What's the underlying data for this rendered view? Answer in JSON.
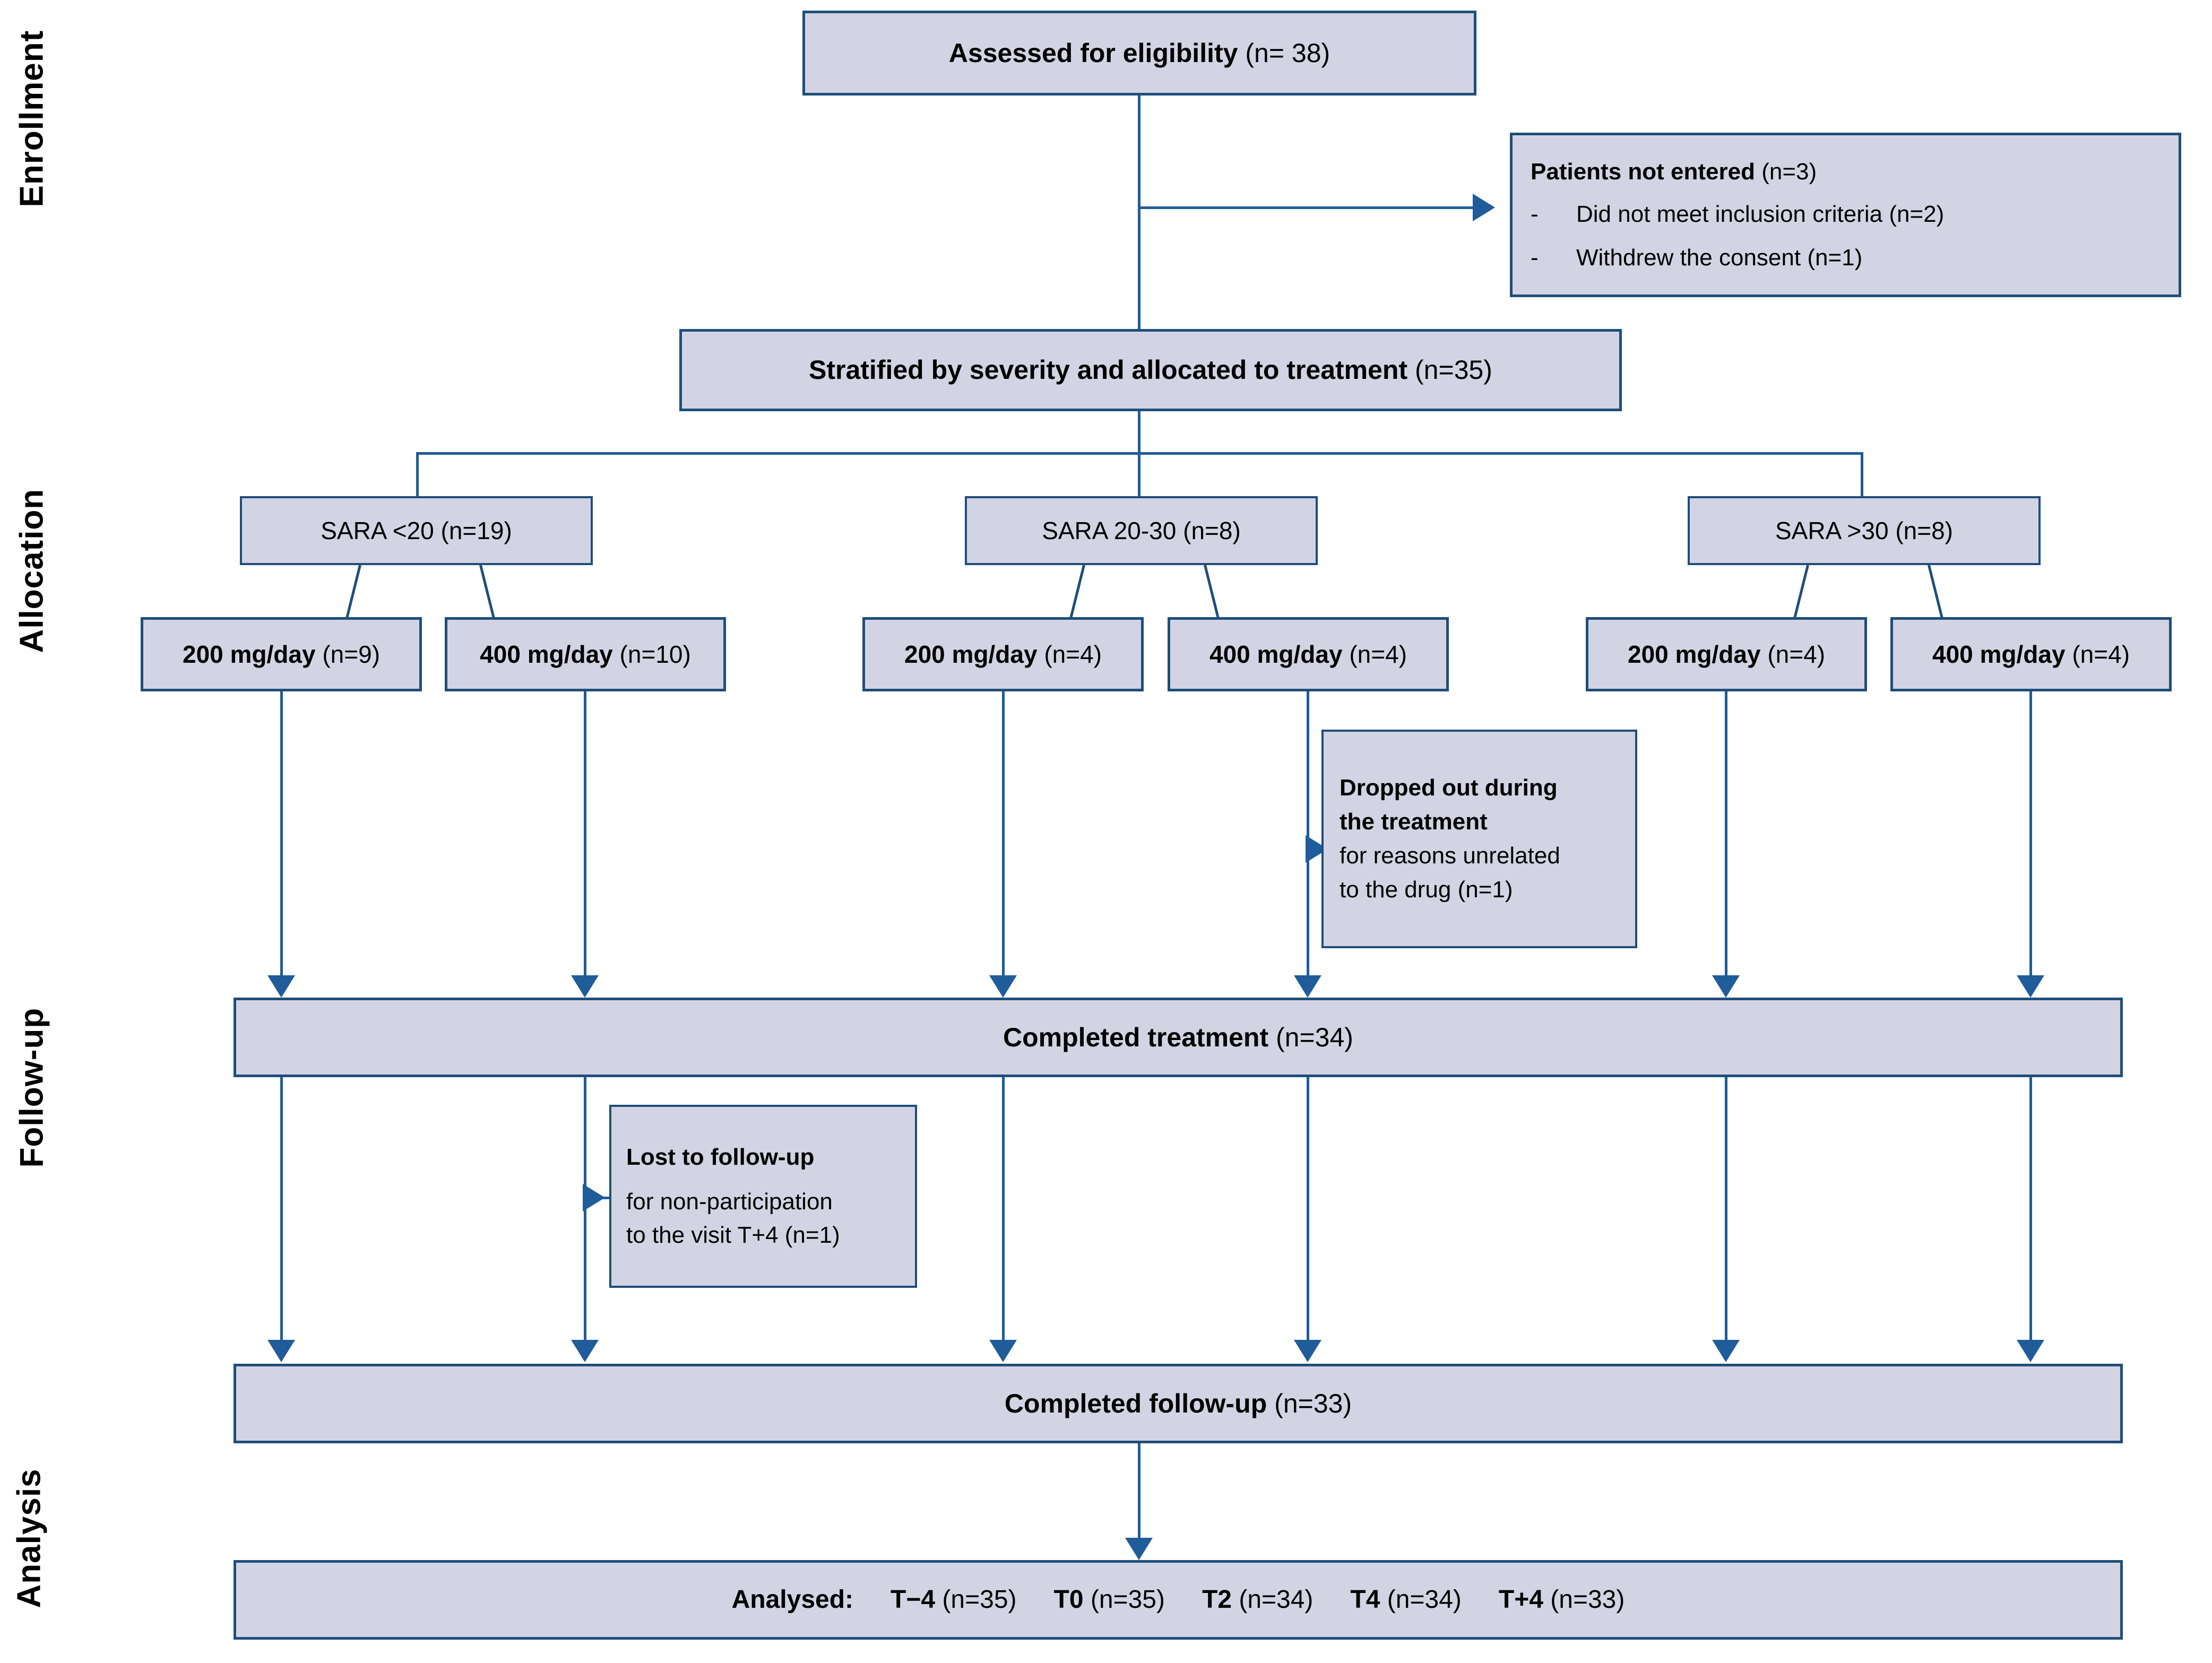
{
  "diagram": {
    "title": "CONSORT participant flow diagram",
    "colors": {
      "box_fill": "#d3d4e3",
      "box_border": "#1f4e79",
      "connector": "#1f5c99",
      "text": "#000000",
      "background": "#ffffff"
    }
  },
  "phases": [
    {
      "id": "enrollment",
      "label": "Enrollment"
    },
    {
      "id": "allocation",
      "label": "Allocation"
    },
    {
      "id": "followup",
      "label": "Follow-up"
    },
    {
      "id": "analysis",
      "label": "Analysis"
    }
  ],
  "enrollment": {
    "assessed": {
      "bold": "Assessed for eligibility",
      "count": "(n= 38)"
    },
    "not_entered": {
      "heading_bold": "Patients not entered",
      "heading_count": "(n=3)",
      "bullets": [
        {
          "marker": "-",
          "text": "Did not meet inclusion criteria (n=2)"
        },
        {
          "marker": "-",
          "text": "Withdrew the consent (n=1)"
        }
      ]
    },
    "stratified": {
      "bold": "Stratified by severity and allocated to treatment",
      "count": "(n=35)"
    }
  },
  "allocation": {
    "strata": [
      {
        "id": "sara-lt-20",
        "label": "SARA <20 (n=19)"
      },
      {
        "id": "sara-20-30",
        "label": "SARA 20-30 (n=8)"
      },
      {
        "id": "sara-gt-30",
        "label": "SARA >30 (n=8)"
      }
    ],
    "arms": [
      {
        "id": "arm-1",
        "dose": "200 mg/day",
        "count": "(n=9)"
      },
      {
        "id": "arm-2",
        "dose": "400 mg/day",
        "count": "(n=10)"
      },
      {
        "id": "arm-3",
        "dose": "200 mg/day",
        "count": "(n=4)"
      },
      {
        "id": "arm-4",
        "dose": "400 mg/day",
        "count": "(n=4)"
      },
      {
        "id": "arm-5",
        "dose": "200 mg/day",
        "count": "(n=4)"
      },
      {
        "id": "arm-6",
        "dose": "400 mg/day",
        "count": "(n=4)"
      }
    ]
  },
  "followup": {
    "dropped_out": {
      "bold_line1": "Dropped out during",
      "bold_line2": "the treatment",
      "reg_line1": "for reasons unrelated",
      "reg_line2": "to the drug (n=1)"
    },
    "completed_treatment": {
      "bold": "Completed treatment",
      "count": "(n=34)"
    },
    "lost_to_followup": {
      "bold_line1": "Lost to follow-up",
      "reg_line1": "for non-participation",
      "reg_line2": "to the visit T+4 (n=1)"
    },
    "completed_followup": {
      "bold": "Completed follow-up",
      "count": "(n=33)"
    }
  },
  "analysis": {
    "label": "Analysed:",
    "timepoints": [
      {
        "name": "T−4",
        "count": "(n=35)"
      },
      {
        "name": "T0",
        "count": "(n=35)"
      },
      {
        "name": "T2",
        "count": "(n=34)"
      },
      {
        "name": "T4",
        "count": "(n=34)"
      },
      {
        "name": "T+4",
        "count": "(n=33)"
      }
    ]
  }
}
